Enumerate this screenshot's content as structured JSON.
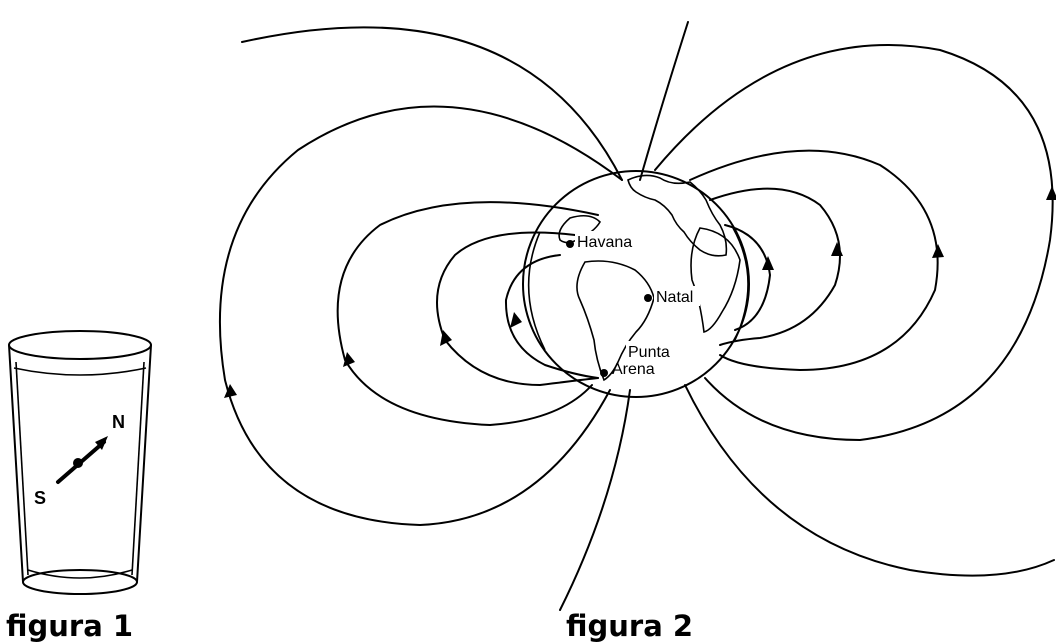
{
  "figure1": {
    "caption": "figura 1",
    "compass_north": "N",
    "compass_south": "S"
  },
  "figure2": {
    "caption": "figura 2",
    "cities": {
      "havana": "Havana",
      "natal": "Natal",
      "punta_arena_line1": "Punta",
      "punta_arena_line2": "Arena"
    }
  }
}
